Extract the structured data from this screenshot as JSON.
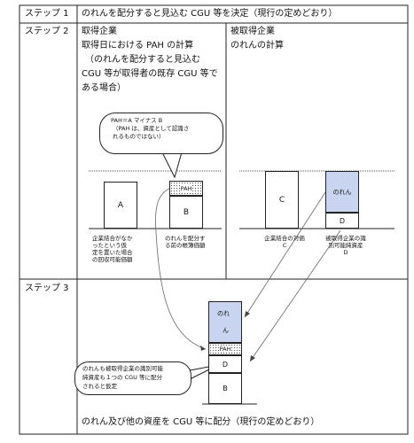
{
  "step1": {
    "label": "ステップ 1",
    "text": "のれんを配分すると見込む CGU 等を決定（現行の定めどおり）"
  },
  "step2": {
    "label": "ステップ 2",
    "left_heading": "取得企業",
    "left_lines": [
      "取得日における PAH の計算",
      "（のれんを配分すると見込む",
      "CGU 等が取得者の既存 CGU 等で",
      "ある場合）"
    ],
    "callout_lines": [
      "PAH＝A マイナス B",
      "（PAH は、資産として認識さ",
      "れるものではない）"
    ],
    "box_a": "A",
    "box_b": "B",
    "pah": "PAH",
    "caption_a": [
      "企業結合がなか",
      "ったという仮",
      "定を置いた場合",
      "の回収可能価額"
    ],
    "caption_b": [
      "のれんを配分す",
      "る前の帳簿価額"
    ],
    "right_heading": "被取得企業",
    "right_subheading": "のれんの計算",
    "box_c": "C",
    "box_goodwill": "のれん",
    "box_d": "D",
    "caption_c": [
      "企業結合の対価",
      "C"
    ],
    "caption_d": [
      "被取得企業の識",
      "別可能純資産",
      "D"
    ]
  },
  "step3": {
    "label": "ステップ 3",
    "goodwill_top": "のれ",
    "goodwill_bottom": "ん",
    "pah": "PAH",
    "box_d": "D",
    "box_b": "B",
    "callout_lines": [
      "のれんも被取得企業の識別可能",
      "純資産も１つの CGU 等に配分",
      "されると仮定"
    ],
    "bottom_text": "のれん及び他の資産を CGU 等に配分（現行の定めどおり）"
  }
}
